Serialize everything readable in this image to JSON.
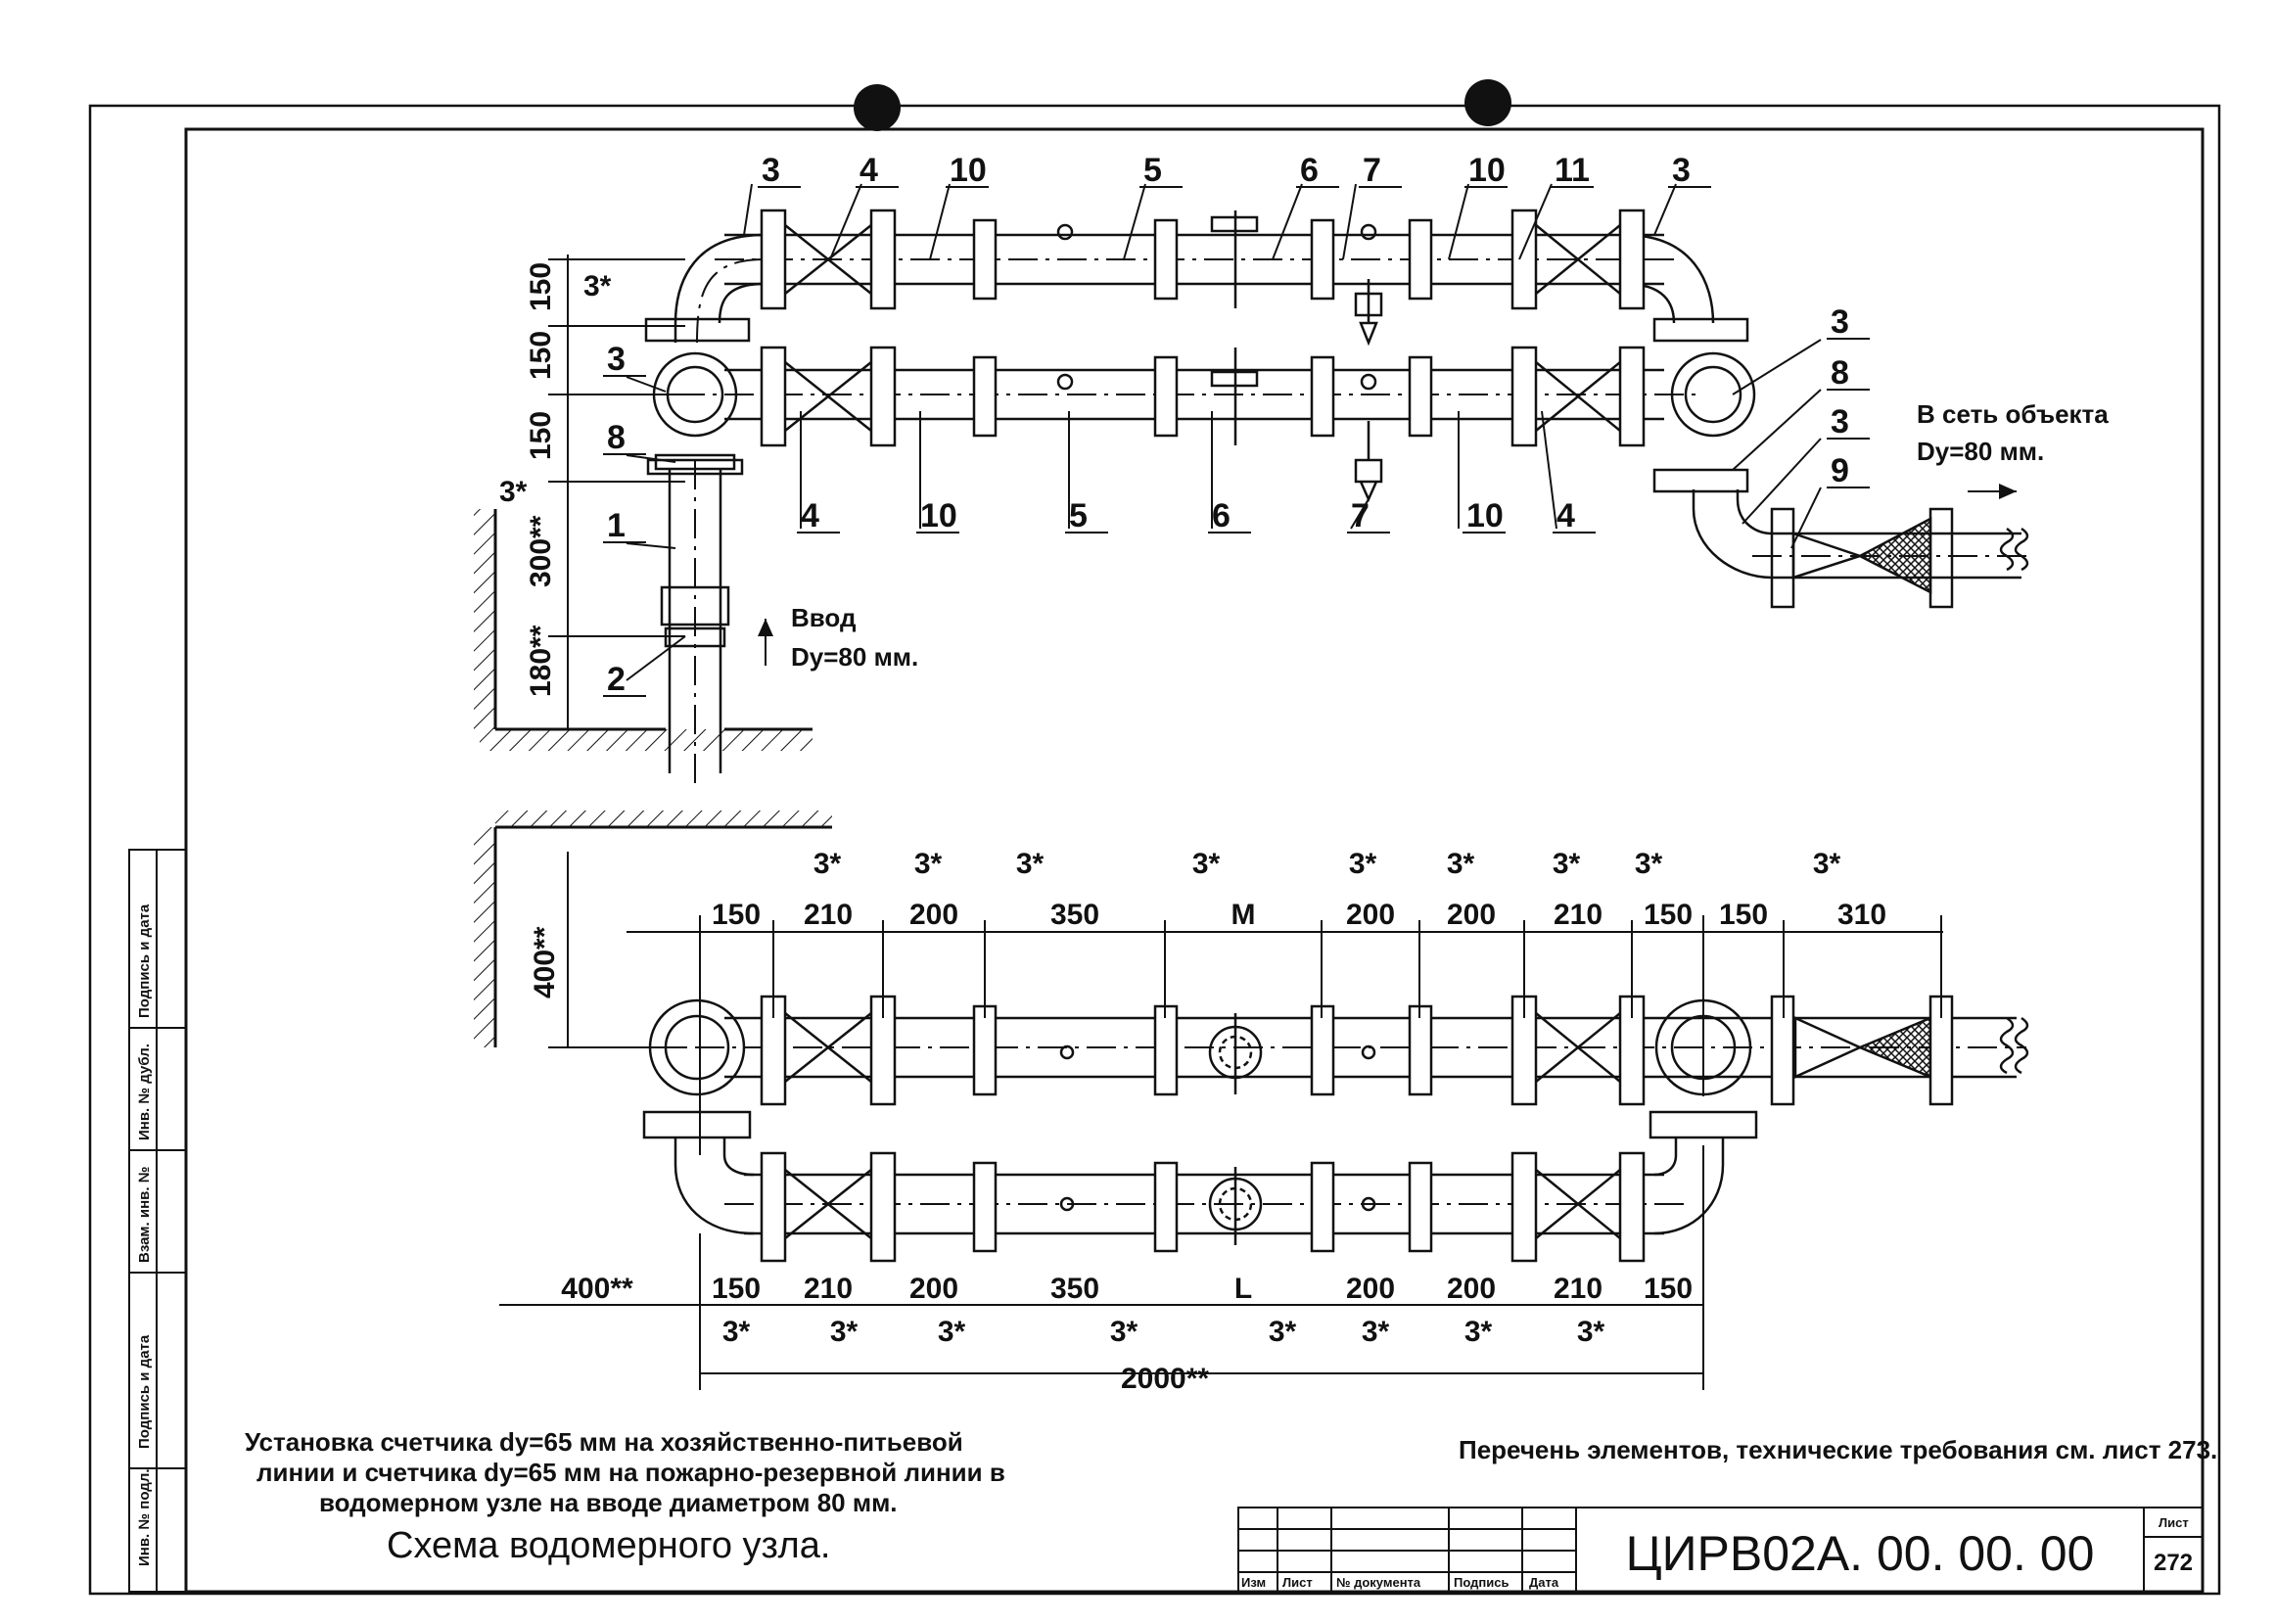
{
  "plan_callouts": [
    {
      "id": "c-top-3a",
      "text": "3"
    },
    {
      "id": "c-top-4",
      "text": "4"
    },
    {
      "id": "c-top-10a",
      "text": "10"
    },
    {
      "id": "c-top-5",
      "text": "5"
    },
    {
      "id": "c-top-6",
      "text": "6"
    },
    {
      "id": "c-top-7",
      "text": "7"
    },
    {
      "id": "c-top-10b",
      "text": "10"
    },
    {
      "id": "c-top-11",
      "text": "11"
    },
    {
      "id": "c-top-3b",
      "text": "3"
    },
    {
      "id": "c-left-3",
      "text": "3"
    },
    {
      "id": "c-left-8",
      "text": "8"
    },
    {
      "id": "c-left-1",
      "text": "1"
    },
    {
      "id": "c-left-2",
      "text": "2"
    },
    {
      "id": "c-bot-4a",
      "text": "4"
    },
    {
      "id": "c-bot-10a",
      "text": "10"
    },
    {
      "id": "c-bot-5",
      "text": "5"
    },
    {
      "id": "c-bot-6",
      "text": "6"
    },
    {
      "id": "c-bot-7",
      "text": "7"
    },
    {
      "id": "c-bot-10b",
      "text": "10"
    },
    {
      "id": "c-bot-4b",
      "text": "4"
    },
    {
      "id": "c-right-3a",
      "text": "3"
    },
    {
      "id": "c-right-8",
      "text": "8"
    },
    {
      "id": "c-right-3b",
      "text": "3"
    },
    {
      "id": "c-right-9",
      "text": "9"
    }
  ],
  "plan_dims": {
    "d150a": "150",
    "d150b": "150",
    "d150c": "150",
    "d300": "300**",
    "d180": "180**",
    "s3a": "3*",
    "s3b": "3*"
  },
  "labels": {
    "input_line1": "Ввод",
    "input_line2": "Dy=80 мм.",
    "output_line1": "В сеть объекта",
    "output_line2": "Dy=80 мм."
  },
  "elev_top_dims": [
    "150",
    "210",
    "200",
    "350",
    "M",
    "200",
    "200",
    "210",
    "150",
    "150",
    "310"
  ],
  "elev_top_stars": [
    "3*",
    "3*",
    "3*",
    "3*",
    "3*",
    "3*",
    "3*",
    "3*",
    "3*"
  ],
  "elev_bot_dims": [
    "400**",
    "150",
    "210",
    "200",
    "350",
    "L",
    "200",
    "200",
    "210",
    "150"
  ],
  "elev_bot_stars": [
    "3*",
    "3*",
    "3*",
    "3*",
    "3*",
    "3*",
    "3*",
    "3*"
  ],
  "elev_total": "2000**",
  "elev_height": "400**",
  "notes": {
    "left_1": "Установка счетчика dy=65 мм на хозяйственно-питьевой",
    "left_2": "линии и счетчика dy=65 мм на пожарно-резервной линии в",
    "left_3": "водомерном узле на вводе диаметром 80 мм.",
    "right": "Перечень элементов, технические требования см. лист 273.",
    "title": "Схема водомерного узла."
  },
  "side_stamp": [
    "Инв. № подл.",
    "Подпись и дата",
    "Взам. инв. №",
    "Инв. № дубл.",
    "Подпись и дата"
  ],
  "title_block": {
    "headers": [
      "Изм",
      "Лист",
      "№ документа",
      "Подпись",
      "Дата"
    ],
    "doc_number": "ЦИРВ02А. 00. 00. 00",
    "sheet_label": "Лист",
    "sheet_number": "272"
  }
}
